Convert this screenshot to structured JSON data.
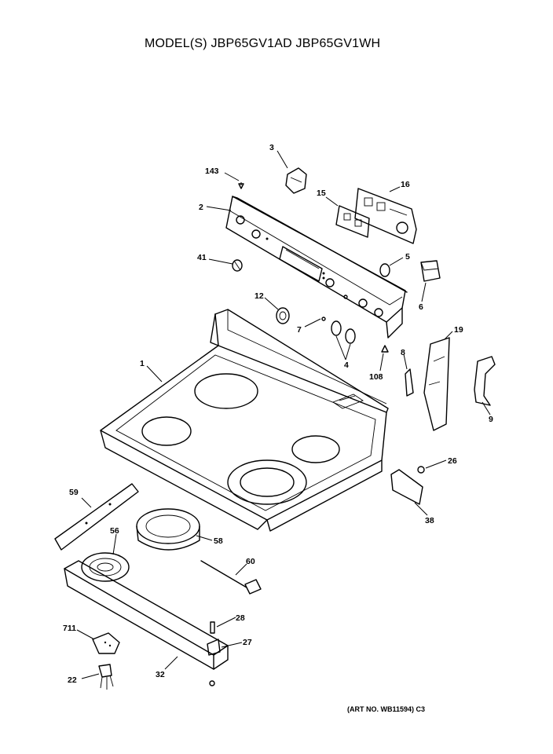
{
  "header": {
    "title": "MODEL(S) JBP65GV1AD  JBP65GV1WH"
  },
  "footer": {
    "art_number": "(ART NO. WB11594) C3"
  },
  "callouts": {
    "c1": "1",
    "c2": "2",
    "c3": "3",
    "c143": "143",
    "c15": "15",
    "c16": "16",
    "c41": "41",
    "c5": "5",
    "c6": "6",
    "c12": "12",
    "c7": "7",
    "c4": "4",
    "c108": "108",
    "c8": "8",
    "c19": "19",
    "c9": "9",
    "c26": "26",
    "c38": "38",
    "c59": "59",
    "c56": "56",
    "c58": "58",
    "c60": "60",
    "c28": "28",
    "c27": "27",
    "c711": "711",
    "c22": "22",
    "c32": "32"
  }
}
